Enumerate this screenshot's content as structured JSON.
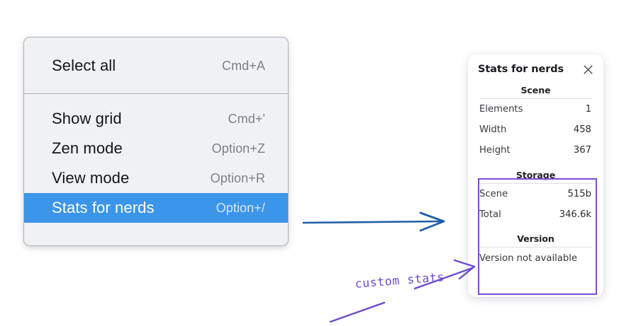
{
  "context_menu": {
    "groups": [
      {
        "items": [
          {
            "label": "Select all",
            "shortcut": "Cmd+A",
            "selected": false
          }
        ]
      },
      {
        "items": [
          {
            "label": "Show grid",
            "shortcut": "Cmd+'",
            "selected": false
          },
          {
            "label": "Zen mode",
            "shortcut": "Option+Z",
            "selected": false
          },
          {
            "label": "View mode",
            "shortcut": "Option+R",
            "selected": false
          },
          {
            "label": "Stats for nerds",
            "shortcut": "Option+/",
            "selected": true
          }
        ]
      }
    ],
    "highlight_color": "#3b95e8"
  },
  "stats_panel": {
    "title": "Stats for nerds",
    "close_icon": "close-icon",
    "sections": {
      "scene": {
        "heading": "Scene",
        "rows": [
          {
            "key": "Elements",
            "value": "1"
          },
          {
            "key": "Width",
            "value": "458"
          },
          {
            "key": "Height",
            "value": "367"
          }
        ]
      },
      "storage": {
        "heading": "Storage",
        "rows": [
          {
            "key": "Scene",
            "value": "515b"
          },
          {
            "key": "Total",
            "value": "346.6k"
          }
        ]
      },
      "version": {
        "heading": "Version",
        "text": "Version not available"
      }
    },
    "highlight_border_color": "#7c4dd6"
  },
  "annotations": {
    "handwritten_note": "custom stats",
    "note_color": "#6d4ad0",
    "blue_arrow_color": "#1f5fa8"
  }
}
